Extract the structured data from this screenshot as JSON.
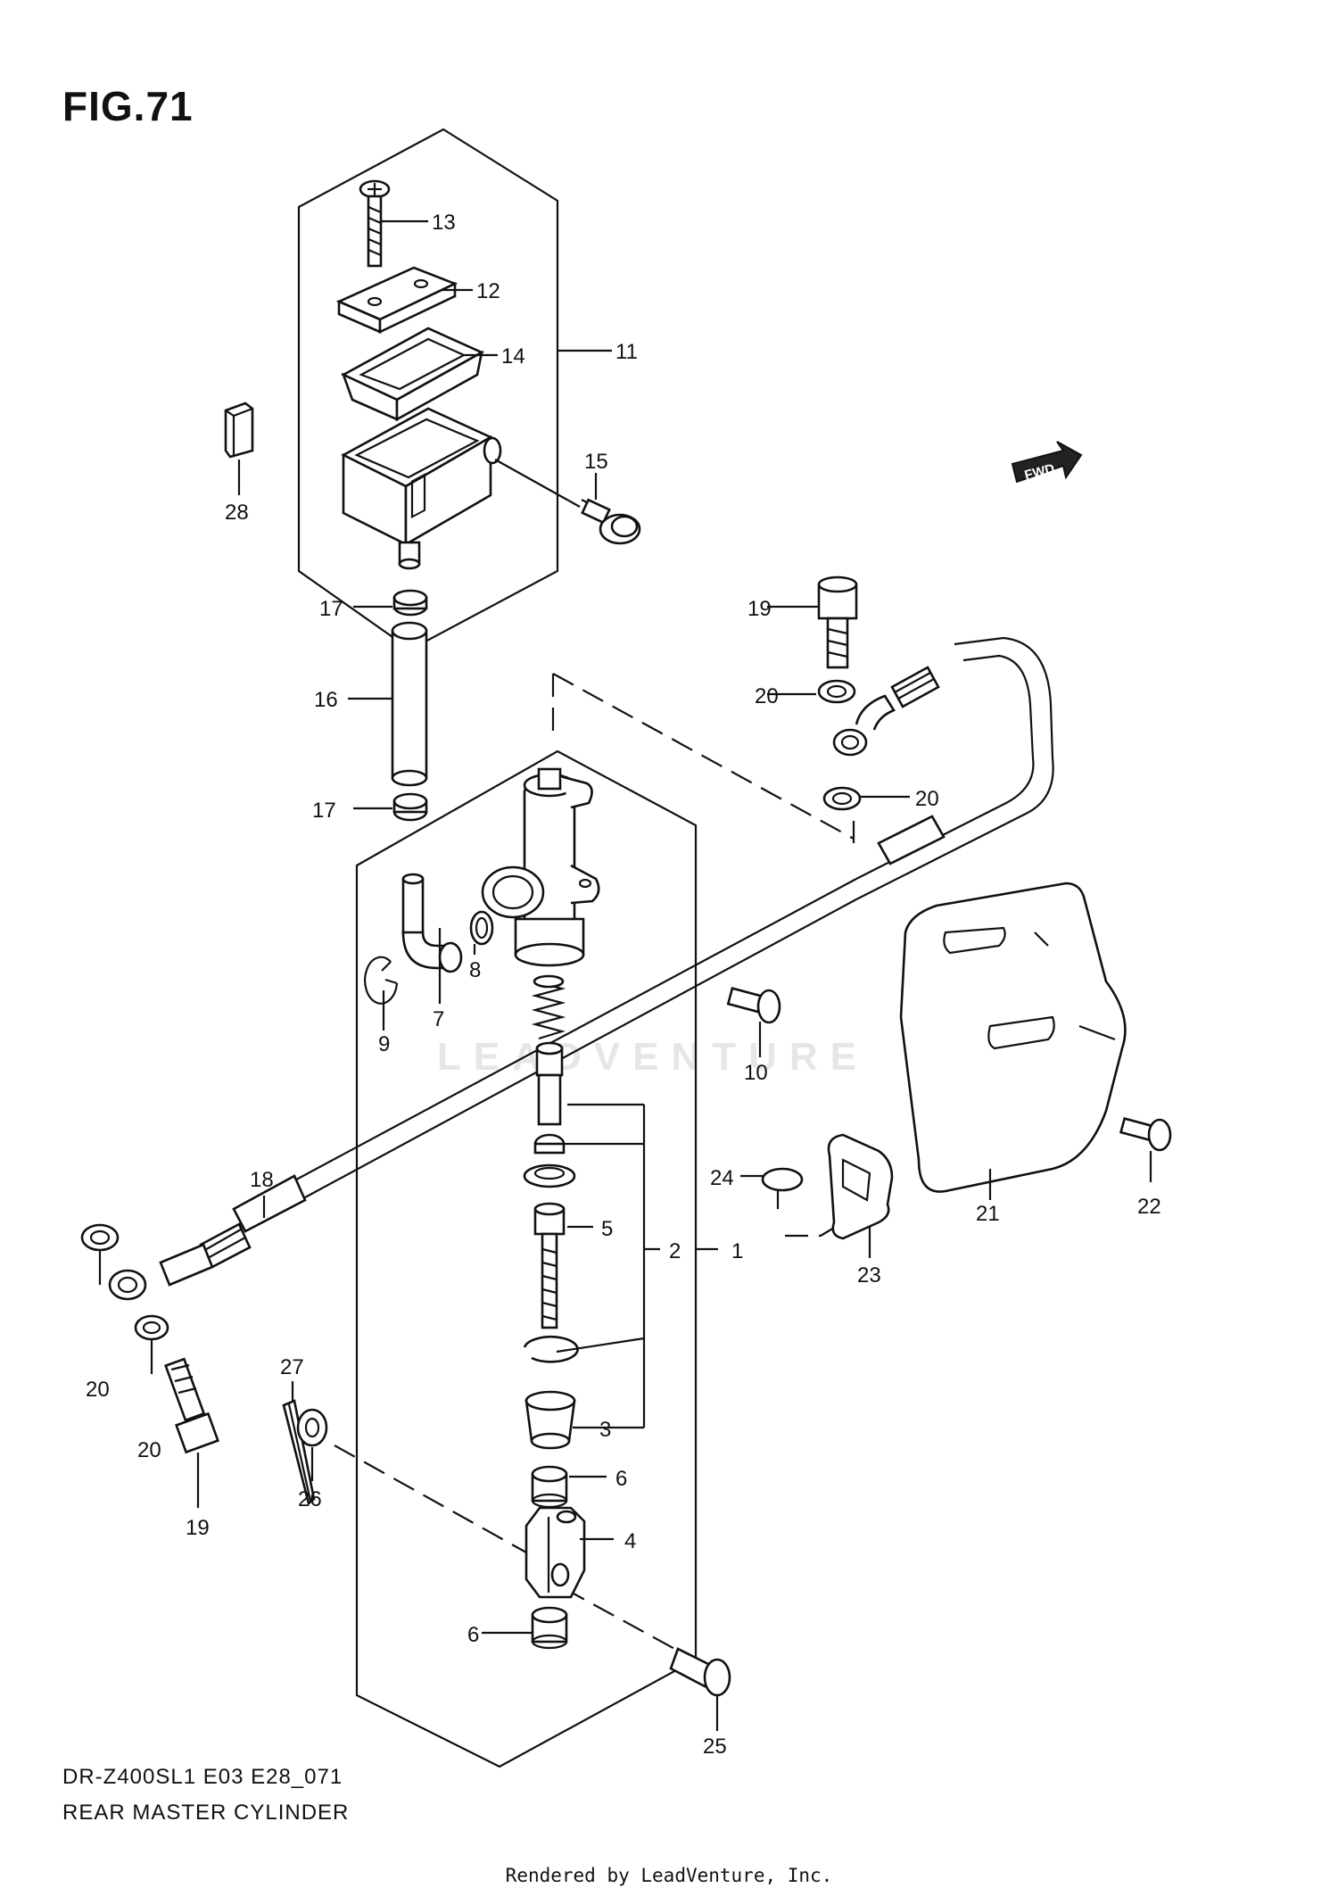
{
  "figure": {
    "title": "FIG.71",
    "model_code": "DR-Z400SL1 E03 E28_071",
    "caption": "REAR MASTER CYLINDER",
    "footer": "Rendered by LeadVenture, Inc.",
    "watermark": "LEADVENTURE"
  },
  "badge": {
    "label": "FWD"
  },
  "callouts": [
    {
      "id": "c1",
      "label": "1"
    },
    {
      "id": "c2",
      "label": "2"
    },
    {
      "id": "c3",
      "label": "3"
    },
    {
      "id": "c4",
      "label": "4"
    },
    {
      "id": "c5",
      "label": "5"
    },
    {
      "id": "c6a",
      "label": "6"
    },
    {
      "id": "c6b",
      "label": "6"
    },
    {
      "id": "c7",
      "label": "7"
    },
    {
      "id": "c8",
      "label": "8"
    },
    {
      "id": "c9",
      "label": "9"
    },
    {
      "id": "c10",
      "label": "10"
    },
    {
      "id": "c11",
      "label": "11"
    },
    {
      "id": "c12",
      "label": "12"
    },
    {
      "id": "c13",
      "label": "13"
    },
    {
      "id": "c14",
      "label": "14"
    },
    {
      "id": "c15",
      "label": "15"
    },
    {
      "id": "c16",
      "label": "16"
    },
    {
      "id": "c17a",
      "label": "17"
    },
    {
      "id": "c17b",
      "label": "17"
    },
    {
      "id": "c18",
      "label": "18"
    },
    {
      "id": "c19a",
      "label": "19"
    },
    {
      "id": "c19b",
      "label": "19"
    },
    {
      "id": "c20a",
      "label": "20"
    },
    {
      "id": "c20b",
      "label": "20"
    },
    {
      "id": "c20c",
      "label": "20"
    },
    {
      "id": "c20d",
      "label": "20"
    },
    {
      "id": "c21",
      "label": "21"
    },
    {
      "id": "c22",
      "label": "22"
    },
    {
      "id": "c23",
      "label": "23"
    },
    {
      "id": "c24",
      "label": "24"
    },
    {
      "id": "c25",
      "label": "25"
    },
    {
      "id": "c26",
      "label": "26"
    },
    {
      "id": "c27",
      "label": "27"
    },
    {
      "id": "c28",
      "label": "28"
    }
  ]
}
